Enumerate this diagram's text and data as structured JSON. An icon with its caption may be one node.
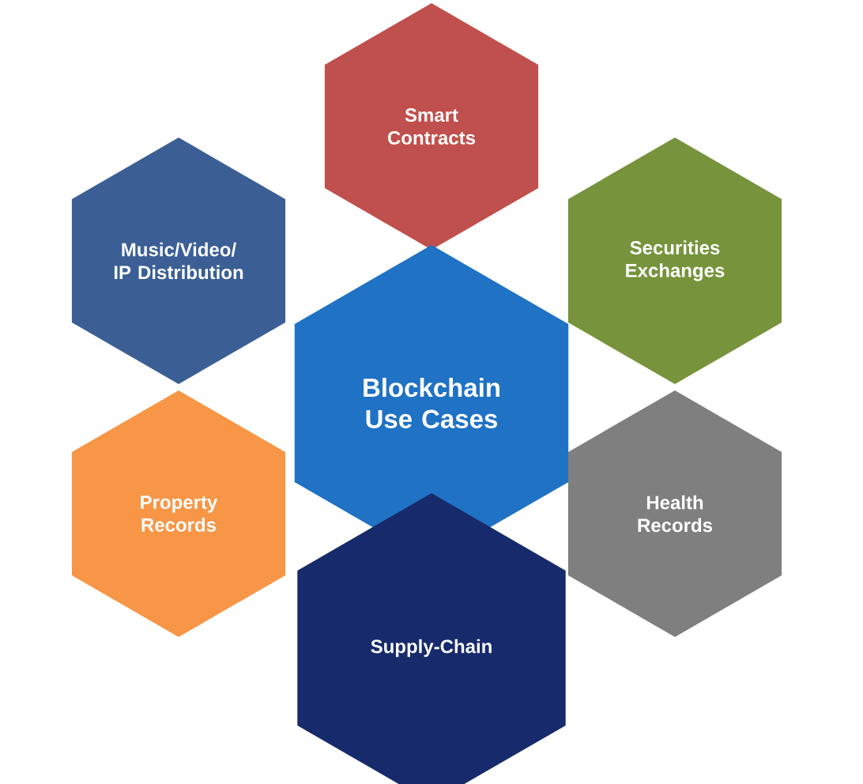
{
  "diagram": {
    "nodes": [
      {
        "text": [
          "Smart Contracts"
        ]
      },
      {
        "text": [
          "Music/Video/ IP Distribution"
        ]
      },
      {
        "text": [
          "Securities Exchanges"
        ]
      },
      {
        "text": [
          "Blockchain Use Cases"
        ]
      },
      {
        "text": [
          "Property Records"
        ]
      },
      {
        "text": [
          "Health Records"
        ]
      },
      {
        "text": [
          "Supply-Chain"
        ]
      }
    ]
  }
}
